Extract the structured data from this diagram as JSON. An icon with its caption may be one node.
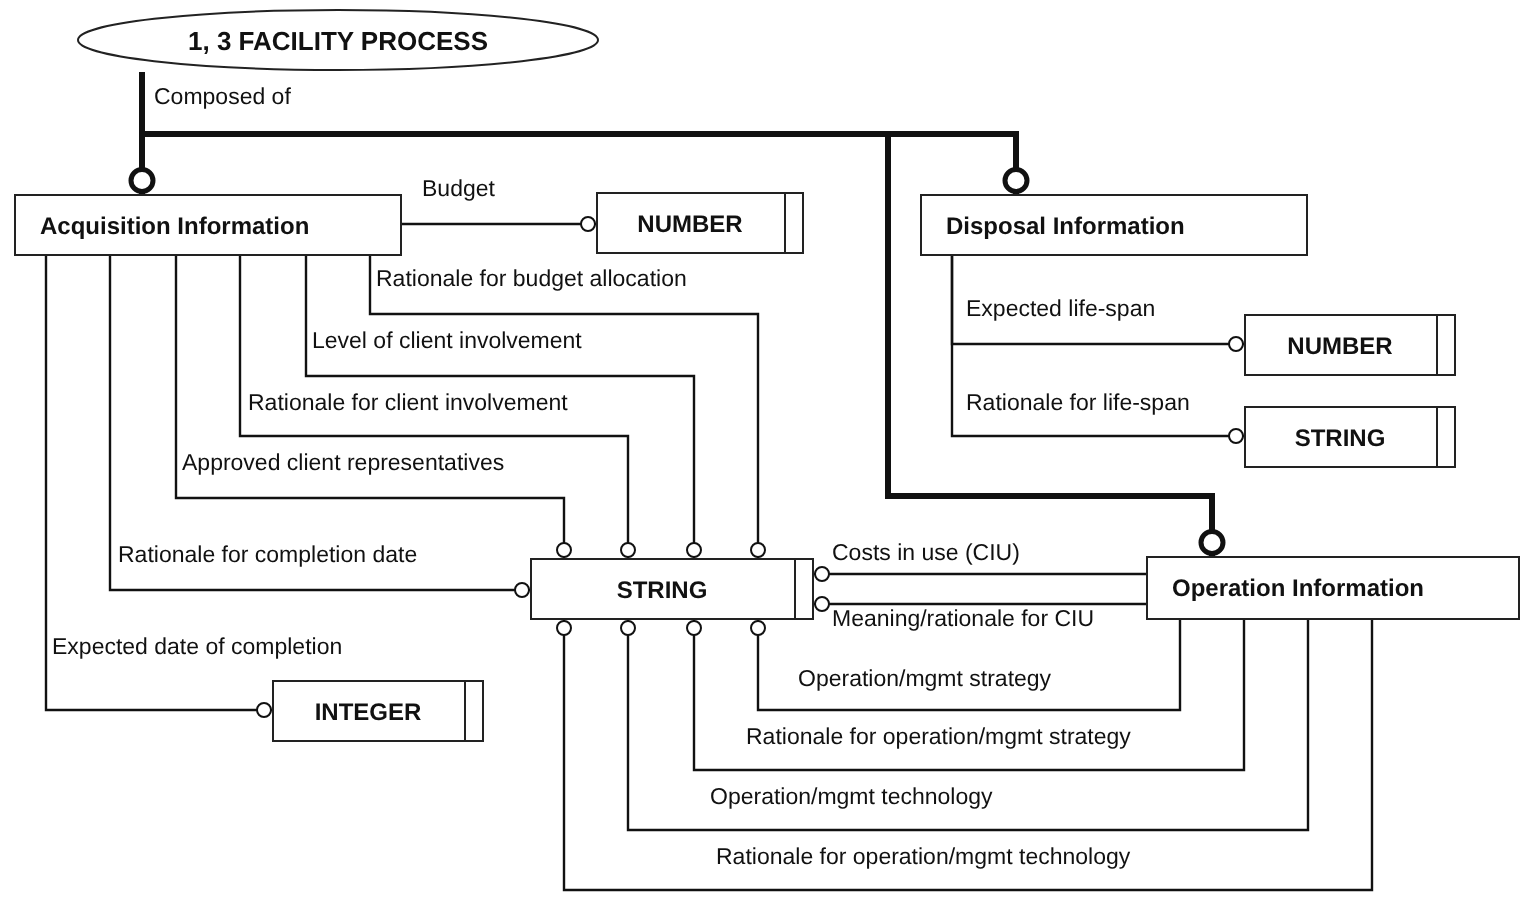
{
  "diagram": {
    "nodes": [
      {
        "text": [
          "1, 3 FACILITY PROCESS"
        ]
      },
      {
        "text": [
          "Acquisition Information"
        ]
      },
      {
        "text": [
          "NUMBER"
        ]
      },
      {
        "text": [
          "Disposal Information"
        ]
      },
      {
        "text": [
          "NUMBER"
        ]
      },
      {
        "text": [
          "STRING"
        ]
      },
      {
        "text": [
          "STRING"
        ]
      },
      {
        "text": [
          "Operation Information"
        ]
      },
      {
        "text": [
          "INTEGER"
        ]
      }
    ],
    "edges": [
      {
        "from": 0,
        "to": 1,
        "arrow": "other",
        "style": "thick",
        "label": "Composed of"
      },
      {
        "from": 0,
        "to": 3,
        "arrow": "other",
        "style": "thick"
      },
      {
        "from": 0,
        "to": 7,
        "arrow": "other",
        "style": "thick"
      },
      {
        "from": 1,
        "to": 2,
        "arrow": "other",
        "label": "Budget"
      },
      {
        "from": 1,
        "to": 6,
        "arrow": "other",
        "label": "Rationale for budget allocation"
      },
      {
        "from": 1,
        "to": 6,
        "arrow": "other",
        "label": "Level of client involvement"
      },
      {
        "from": 1,
        "to": 6,
        "arrow": "other",
        "label": "Rationale for client involvement"
      },
      {
        "from": 1,
        "to": 6,
        "arrow": "other",
        "label": "Approved client representatives"
      },
      {
        "from": 1,
        "to": 6,
        "arrow": "other",
        "label": "Rationale for completion date"
      },
      {
        "from": 1,
        "to": 8,
        "arrow": "other",
        "label": "Expected date of completion"
      },
      {
        "from": 3,
        "to": 4,
        "arrow": "other",
        "label": "Expected life-span"
      },
      {
        "from": 3,
        "to": 5,
        "arrow": "other",
        "label": "Rationale for life-span"
      },
      {
        "from": 7,
        "to": 6,
        "arrow": "other",
        "label": "Costs in use (CIU)"
      },
      {
        "from": 7,
        "to": 6,
        "arrow": "other",
        "label": "Meaning/rationale for CIU"
      },
      {
        "from": 7,
        "to": 6,
        "arrow": "other",
        "label": "Operation/mgmt strategy"
      },
      {
        "from": 7,
        "to": 6,
        "arrow": "other",
        "label": "Rationale for operation/mgmt strategy"
      },
      {
        "from": 7,
        "to": 6,
        "arrow": "other",
        "label": "Operation/mgmt technology"
      },
      {
        "from": 7,
        "to": 6,
        "arrow": "other",
        "label": "Rationale for operation/mgmt technology"
      }
    ]
  }
}
